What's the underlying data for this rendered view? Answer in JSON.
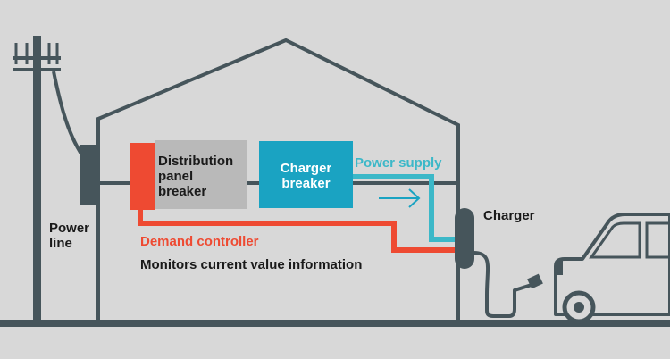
{
  "labels": {
    "power_line": "Power\nline",
    "distribution_breaker": "Distribution\npanel\nbreaker",
    "charger_breaker": "Charger\nbreaker",
    "power_supply": "Power supply",
    "charger": "Charger",
    "demand_controller": "Demand controller",
    "monitors": "Monitors current value information"
  },
  "colors": {
    "background": "#d8d8d8",
    "structure": "#46555b",
    "demand_red": "#ee4a32",
    "charger_cyan": "#1aa3c2",
    "supply_cyan": "#3cb8c8",
    "breaker_gray": "#b9b9b9",
    "text_dark": "#1a1a1a"
  }
}
